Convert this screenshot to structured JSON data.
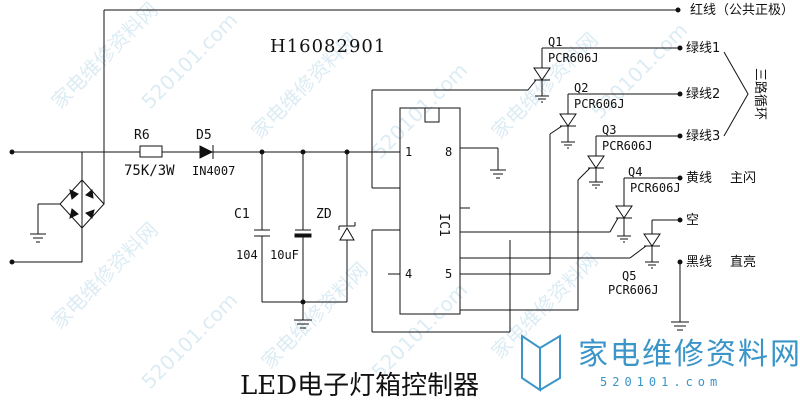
{
  "model_number": "H16082901",
  "title": "LED电子灯箱控制器",
  "outputs": {
    "red": "红线（公共正极）",
    "green1": "绿线1",
    "green2": "绿线2",
    "green3": "绿线3",
    "three_way_loop": "三路循环",
    "yellow": "黄线",
    "main_flash": "主闪",
    "empty": "空",
    "black": "黑线",
    "steady_on": "直亮"
  },
  "components": {
    "r6_name": "R6",
    "r6_value": "75K/3W",
    "d5_name": "D5",
    "d5_value": "IN4007",
    "c1_name": "C1",
    "c1_value": "104",
    "c2_value": "10uF",
    "zd_name": "ZD",
    "ic_name": "IC1",
    "pin1": "1",
    "pin4": "4",
    "pin5": "5",
    "pin8": "8",
    "q1_name": "Q1",
    "q2_name": "Q2",
    "q3_name": "Q3",
    "q4_name": "Q4",
    "q5_name": "Q5",
    "scr_type": "PCR606J"
  },
  "watermark": {
    "logo_text": "家电维修资料网",
    "logo_url": "520101.com"
  }
}
